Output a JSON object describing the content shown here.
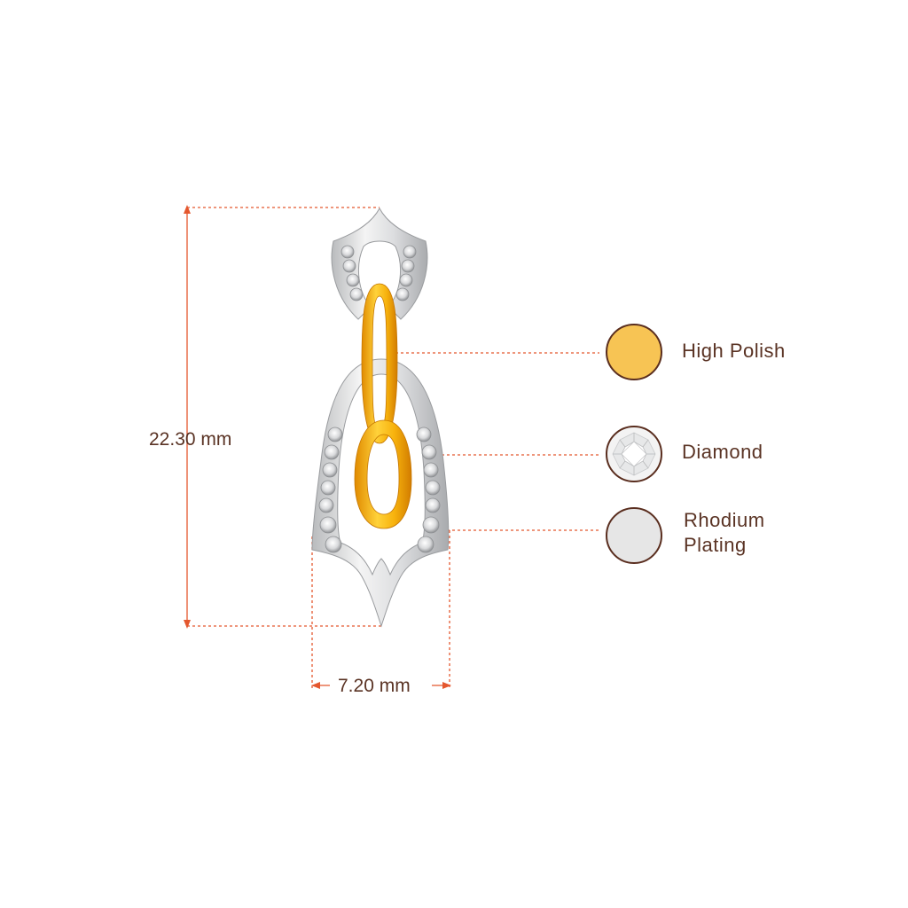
{
  "dimensions": {
    "height_label": "22.30 mm",
    "width_label": "7.20 mm",
    "line_color": "#e4572e"
  },
  "legend": [
    {
      "label_lines": [
        "High Polish"
      ],
      "fill": "#f7c454",
      "icon": "gold-swatch"
    },
    {
      "label_lines": [
        "Diamond"
      ],
      "fill": "#f2f2f2",
      "icon": "diamond-swatch"
    },
    {
      "label_lines": [
        "Rhodium",
        "Plating"
      ],
      "fill": "#e6e6e6",
      "icon": "rhodium-swatch"
    }
  ],
  "colors": {
    "text": "#5a3324",
    "swatch_border": "#5a2e1f",
    "gold": "#f5b41a",
    "silver": "#c9cbcd"
  }
}
